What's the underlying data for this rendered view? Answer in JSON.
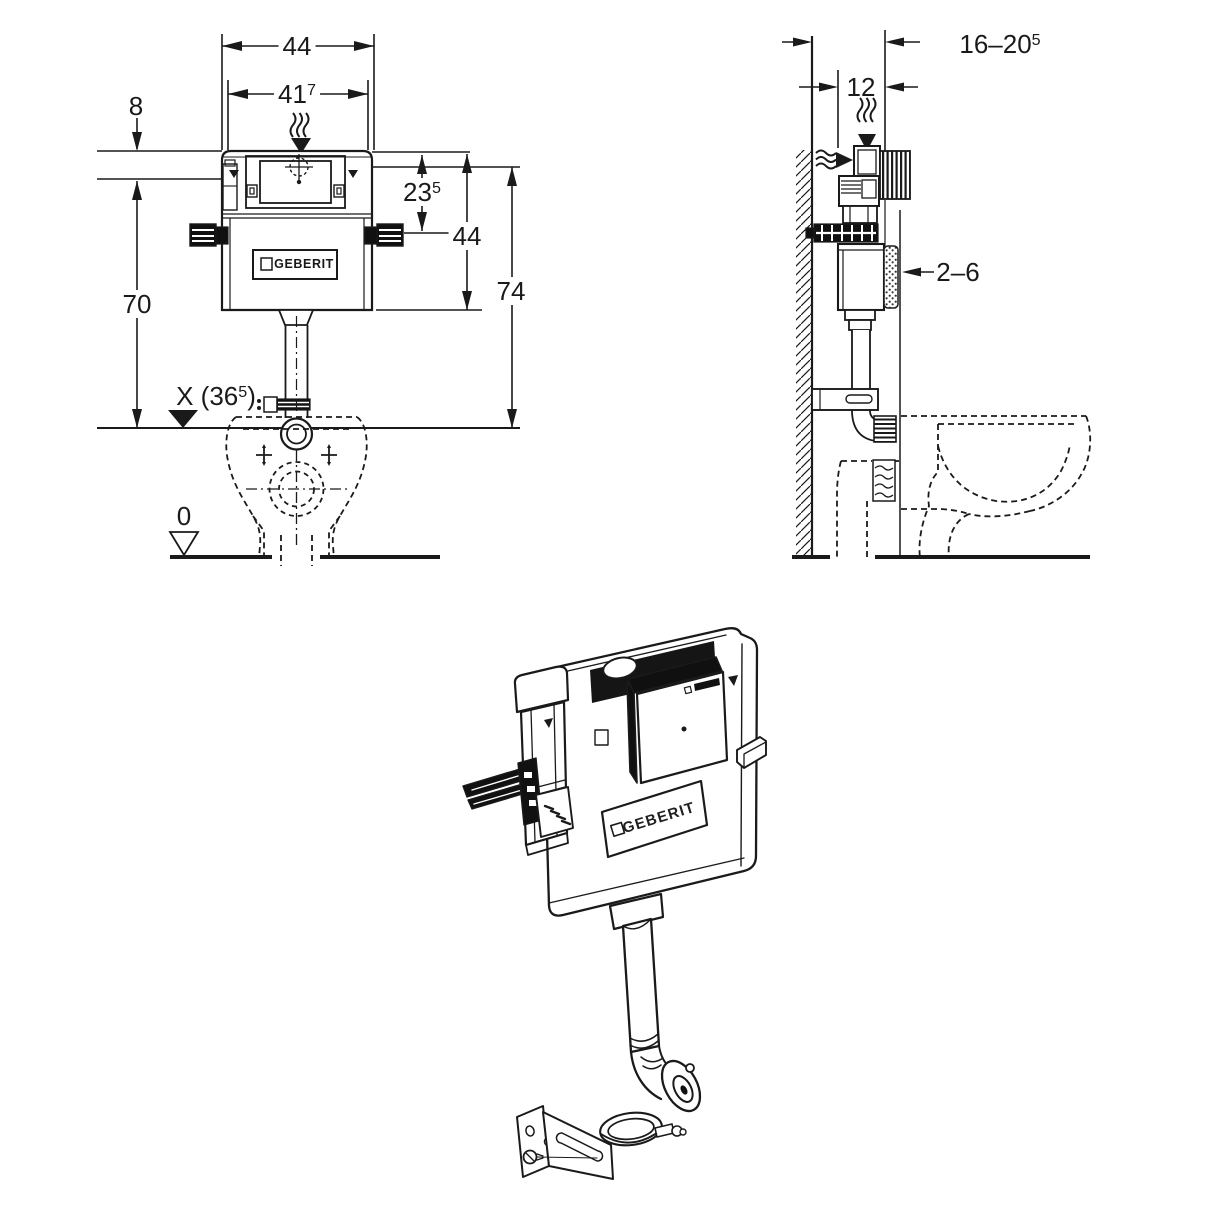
{
  "title": "Concealed cistern installation technical drawing",
  "colors": {
    "line": "#1a1a1a",
    "background": "#ffffff",
    "dark_fill": "#111111"
  },
  "front_view": {
    "dim_width_outer": "44",
    "dim_width_inner_base": "41",
    "dim_width_inner_sup": "7",
    "dim_top_offset": "8",
    "dim_actuation_base": "23",
    "dim_actuation_sup": "5",
    "dim_height_service": "44",
    "dim_height_installation": "70",
    "dim_height_total": "74",
    "level_x_base": "X (36",
    "level_x_sup": "5",
    "level_x_close": ")",
    "level_zero": "0",
    "logo": "GEBERIT"
  },
  "side_view": {
    "dim_depth_total_base": "16–20",
    "dim_depth_total_sup": "5",
    "dim_depth_body": "12",
    "dim_finish_gap": "2–6"
  },
  "product_view": {
    "logo": "GEBERIT"
  }
}
